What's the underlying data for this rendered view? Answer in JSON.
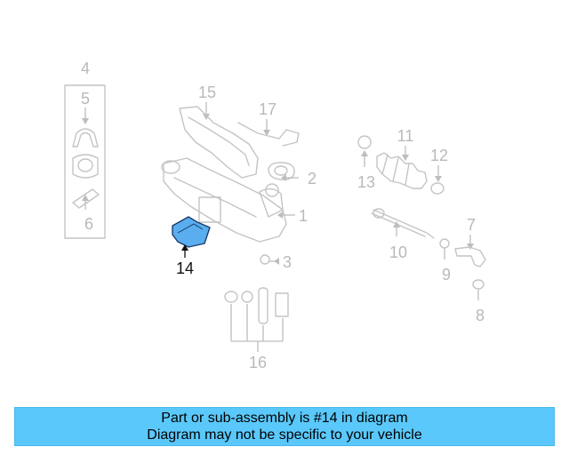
{
  "diagram": {
    "callouts": {
      "c1": "1",
      "c2": "2",
      "c3": "3",
      "c4": "4",
      "c5": "5",
      "c6": "6",
      "c7": "7",
      "c8": "8",
      "c9": "9",
      "c10": "10",
      "c11": "11",
      "c12": "12",
      "c13": "13",
      "c14": "14",
      "c15": "15",
      "c16": "16",
      "c17": "17"
    },
    "highlighted_part": "14",
    "colors": {
      "highlight_fill": "#5aaef0",
      "highlight_stroke": "#1a3c6a",
      "banner": "#5ac8fa",
      "line_art": "#c4c4c4"
    }
  },
  "footer": {
    "line1": "Part or sub-assembly is #14 in diagram",
    "line2": "Diagram may not be specific to your vehicle"
  }
}
